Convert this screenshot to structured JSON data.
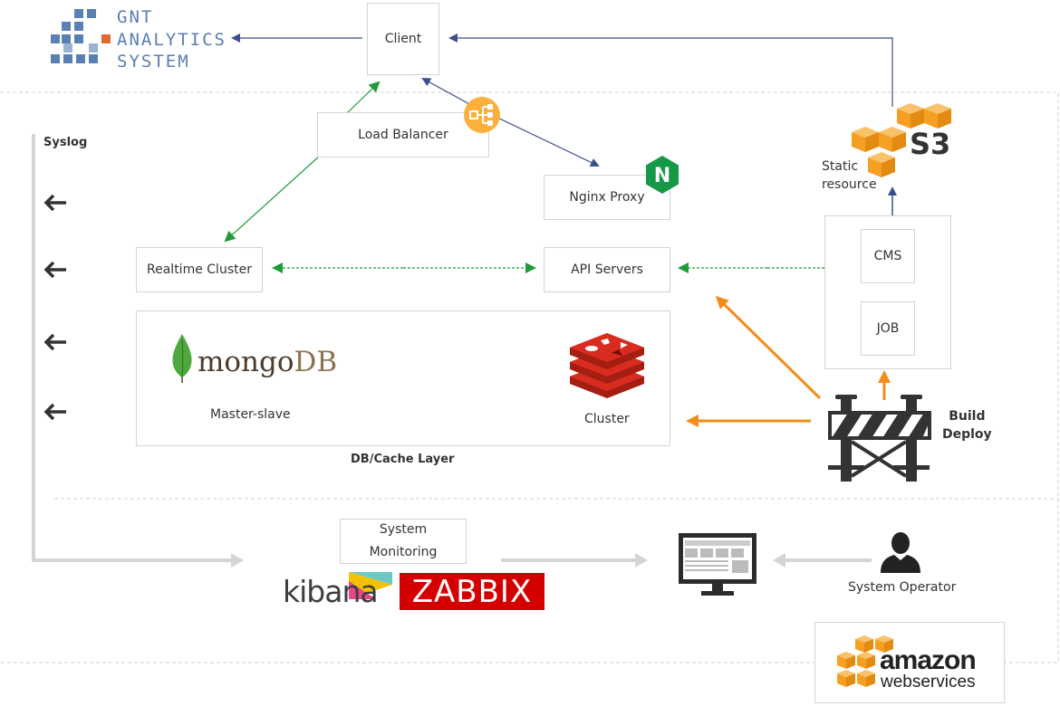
{
  "brand": {
    "lines": [
      "GNT",
      "ANALYTICS",
      "SYSTEM"
    ]
  },
  "nodes": {
    "client": "Client",
    "load_balancer": "Load Balancer",
    "nginx_proxy": "Nginx Proxy",
    "realtime_cluster": "Realtime Cluster",
    "api_servers": "API Servers",
    "cms": "CMS",
    "job": "JOB",
    "system_monitoring_1": "System",
    "system_monitoring_2": "Monitoring"
  },
  "labels": {
    "syslog": "Syslog",
    "static_1": "Static",
    "static_2": "resource",
    "s3": "S3",
    "mongodb_prefix": "mongo",
    "mongodb_suffix": "DB",
    "master_slave": "Master-slave",
    "cluster": "Cluster",
    "db_cache_layer": "DB/Cache Layer",
    "build": "Build",
    "deploy": "Deploy",
    "system_operator": "System Operator",
    "kibana": "kibana",
    "zabbix": "ZABBIX",
    "amazon": "amazon",
    "webservices": "webservices",
    "nginx_letter": "N"
  },
  "colors": {
    "navy_arrow": "#3b4f8c",
    "green_arrow": "#1e9b3a",
    "orange_arrow": "#f28c1a",
    "aws_orange": "#f5a023",
    "redis_red": "#c6302b",
    "zabbix_red": "#d40000",
    "brand_blue": "#5a7fb3",
    "brand_accent": "#e06a2f",
    "gray_line": "#d5d5d5"
  },
  "icons": [
    "load-balancer-icon",
    "nginx-icon",
    "s3-icon",
    "mongodb-leaf-icon",
    "redis-icon",
    "barrier-icon",
    "monitor-icon",
    "user-icon",
    "left-arrow-icon",
    "aws-icon"
  ]
}
